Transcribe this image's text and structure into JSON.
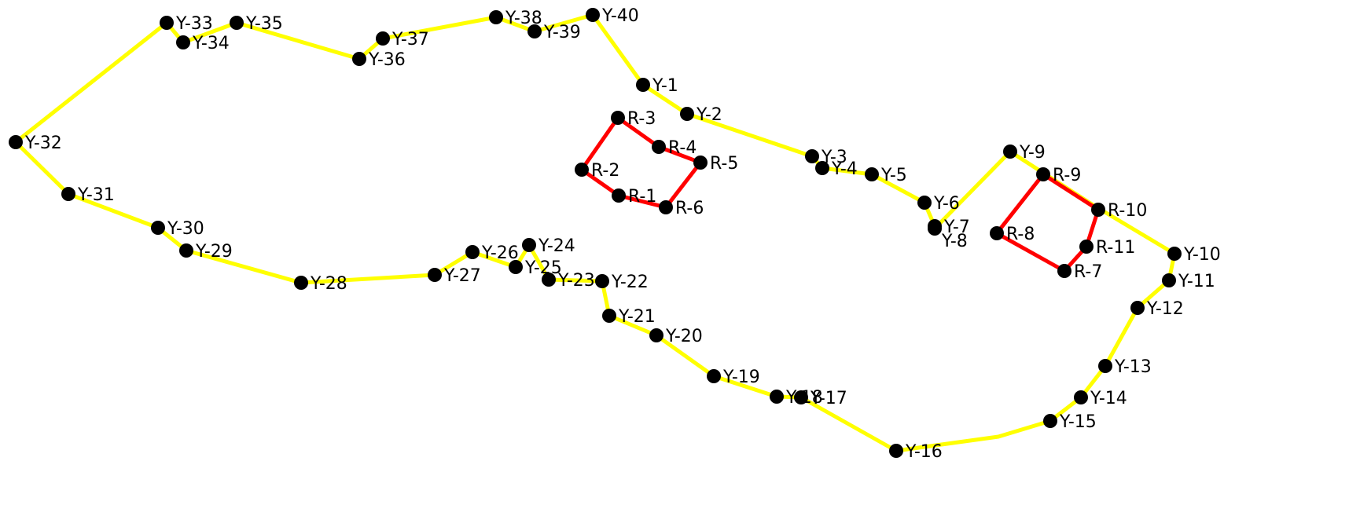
{
  "diagram": {
    "colors": {
      "yellow_route": "#FFFF00",
      "red_route": "#FF0000",
      "node": "#000000",
      "label": "#000000",
      "background": "#FFFFFF"
    },
    "routes": [
      {
        "id": "yellow",
        "closed": true,
        "color": "#FFFF00",
        "nodes": [
          "Y-1",
          "Y-2",
          "Y-3",
          "Y-4",
          "Y-5",
          "Y-6",
          "Y-7",
          "Y-8",
          "Y-9",
          "Y-10",
          "Y-11",
          "Y-12",
          "Y-13",
          "Y-14",
          "Y-15",
          "Y-16",
          "Y-17",
          "Y-18",
          "Y-19",
          "Y-20",
          "Y-21",
          "Y-22",
          "Y-23",
          "Y-24",
          "Y-25",
          "Y-26",
          "Y-27",
          "Y-28",
          "Y-29",
          "Y-30",
          "Y-31",
          "Y-32",
          "Y-33",
          "Y-34",
          "Y-35",
          "Y-36",
          "Y-37",
          "Y-38",
          "Y-39",
          "Y-40"
        ]
      },
      {
        "id": "red-left",
        "closed": true,
        "color": "#FF0000",
        "nodes": [
          "R-1",
          "R-2",
          "R-3",
          "R-4",
          "R-5",
          "R-6"
        ]
      },
      {
        "id": "red-right",
        "closed": true,
        "color": "#FF0000",
        "nodes": [
          "R-7",
          "R-8",
          "R-9",
          "R-10",
          "R-11"
        ]
      }
    ],
    "nodes": [
      {
        "label": "Y-1"
      },
      {
        "label": "Y-2"
      },
      {
        "label": "Y-3"
      },
      {
        "label": "Y-4"
      },
      {
        "label": "Y-5"
      },
      {
        "label": "Y-6"
      },
      {
        "label": "Y-7"
      },
      {
        "label": "Y-8"
      },
      {
        "label": "Y-9"
      },
      {
        "label": "Y-10"
      },
      {
        "label": "Y-11"
      },
      {
        "label": "Y-12"
      },
      {
        "label": "Y-13"
      },
      {
        "label": "Y-14"
      },
      {
        "label": "Y-15"
      },
      {
        "label": "Y-16"
      },
      {
        "label": "Y-17"
      },
      {
        "label": "Y-18"
      },
      {
        "label": "Y-19"
      },
      {
        "label": "Y-20"
      },
      {
        "label": "Y-21"
      },
      {
        "label": "Y-22"
      },
      {
        "label": "Y-23"
      },
      {
        "label": "Y-24"
      },
      {
        "label": "Y-25"
      },
      {
        "label": "Y-26"
      },
      {
        "label": "Y-27"
      },
      {
        "label": "Y-28"
      },
      {
        "label": "Y-29"
      },
      {
        "label": "Y-30"
      },
      {
        "label": "Y-31"
      },
      {
        "label": "Y-32"
      },
      {
        "label": "Y-33"
      },
      {
        "label": "Y-34"
      },
      {
        "label": "Y-35"
      },
      {
        "label": "Y-36"
      },
      {
        "label": "Y-37"
      },
      {
        "label": "Y-38"
      },
      {
        "label": "Y-39"
      },
      {
        "label": "Y-40"
      },
      {
        "label": "R-1"
      },
      {
        "label": "R-2"
      },
      {
        "label": "R-3"
      },
      {
        "label": "R-4"
      },
      {
        "label": "R-5"
      },
      {
        "label": "R-6"
      },
      {
        "label": "R-7"
      },
      {
        "label": "R-8"
      },
      {
        "label": "R-9"
      },
      {
        "label": "R-10"
      },
      {
        "label": "R-11"
      }
    ]
  }
}
